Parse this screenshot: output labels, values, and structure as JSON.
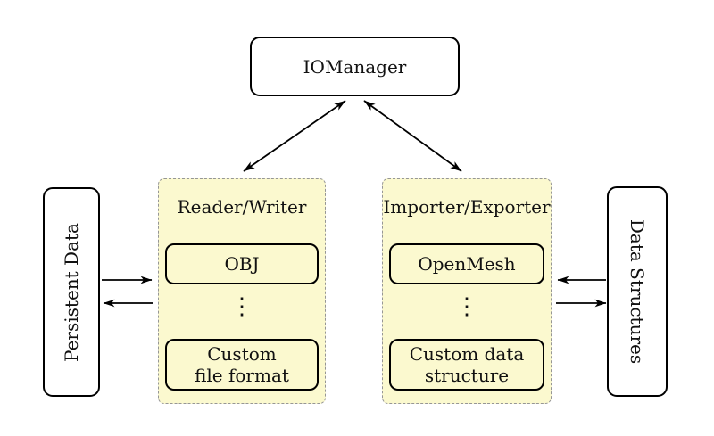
{
  "title_node": {
    "label": "IOManager"
  },
  "groups": {
    "reader_writer": {
      "title": "Reader/Writer",
      "top_box": "OBJ",
      "ellipsis": "⋮",
      "bottom_box_line1": "Custom",
      "bottom_box_line2": "file format"
    },
    "importer_exporter": {
      "title": "Importer/Exporter",
      "top_box": "OpenMesh",
      "ellipsis": "⋮",
      "bottom_box_line1": "Custom data",
      "bottom_box_line2": "structure"
    }
  },
  "side_nodes": {
    "left": "Persistent Data",
    "right": "Data Structures"
  },
  "colors": {
    "background": "#FFFFFF",
    "group_fill": "#FBF9CF",
    "group_border": "#969696",
    "node_fill": "#FFFFFF",
    "node_border": "#000000",
    "arrow": "#000000"
  }
}
